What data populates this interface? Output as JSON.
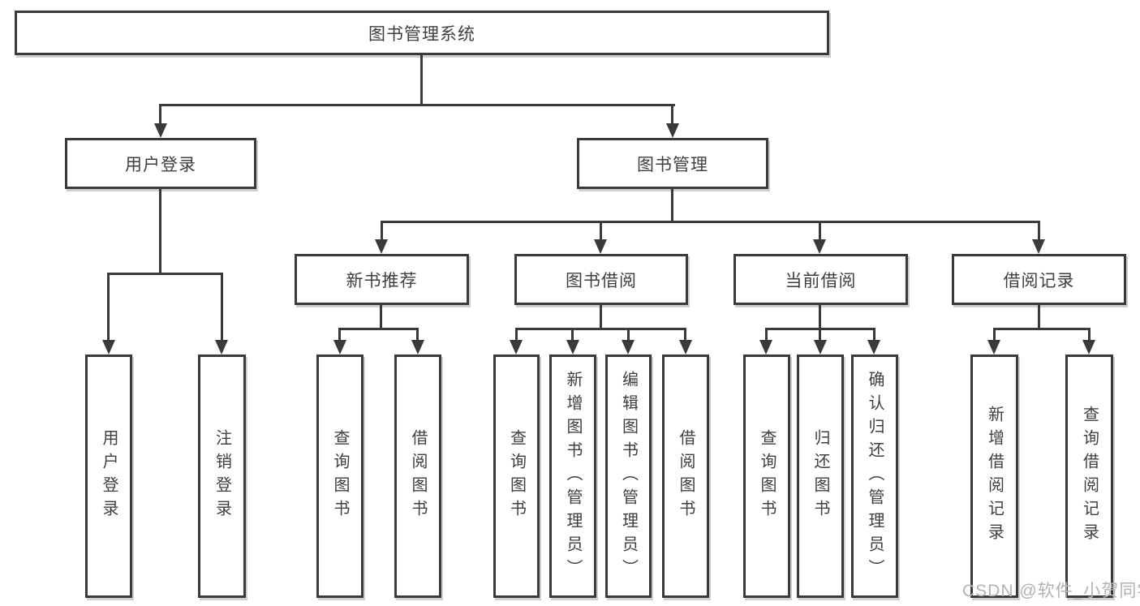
{
  "title": "图书管理系统",
  "level2": {
    "user_login": "用户登录",
    "book_mgmt": "图书管理"
  },
  "level3": {
    "new_books": "新书推荐",
    "book_borrow": "图书借阅",
    "current_borrow": "当前借阅",
    "borrow_records": "借阅记录"
  },
  "leaves": {
    "login": [
      "用户登录",
      "注销登录"
    ],
    "recommend": [
      "查询图书",
      "借阅图书"
    ],
    "borrow": [
      "查询图书",
      "新增图书（管理员）",
      "编辑图书（管理员）",
      "借阅图书"
    ],
    "current": [
      "查询图书",
      "归还图书",
      "确认归还（管理员）"
    ],
    "records": [
      "新增借阅记录",
      "查询借阅记录"
    ]
  },
  "watermark": "CSDN @软件_小贺同学",
  "colors": {
    "line": "#3a3a3a",
    "text": "#3f3f3f",
    "box_background": "#ffffff",
    "watermark": "#b2b2b2",
    "page_background": "#ffffff"
  }
}
